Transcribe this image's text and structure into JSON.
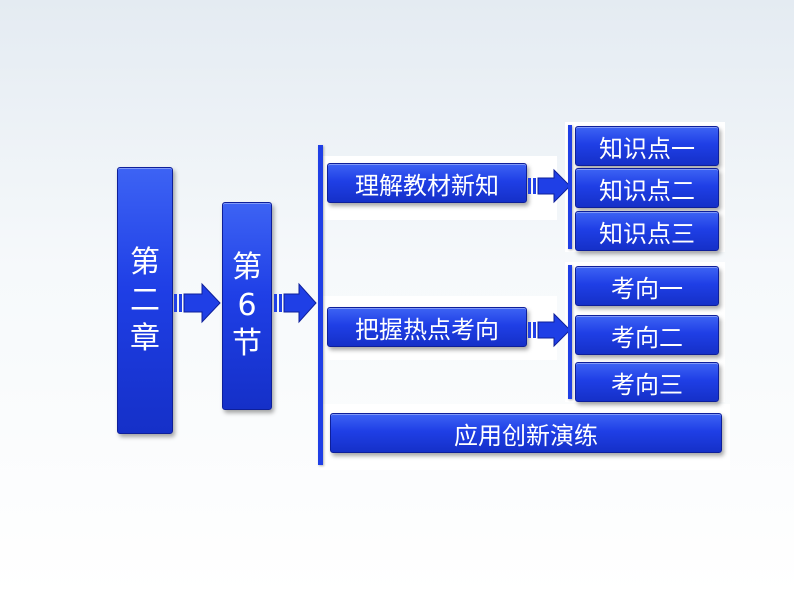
{
  "chapter": {
    "chars": [
      "第",
      "二",
      "章"
    ]
  },
  "section": {
    "chars": [
      "第",
      "6",
      "节"
    ]
  },
  "topics": [
    {
      "label": "理解教材新知"
    },
    {
      "label": "把握热点考向"
    },
    {
      "label": "应用创新演练"
    }
  ],
  "knowledge_points": [
    {
      "label": "知识点一"
    },
    {
      "label": "知识点二"
    },
    {
      "label": "知识点三"
    }
  ],
  "directions": [
    {
      "label": "考向一"
    },
    {
      "label": "考向二"
    },
    {
      "label": "考向三"
    }
  ],
  "colors": {
    "box_fill": "#1f3fe6",
    "box_border": "#0e1f9a",
    "text": "#ffffff"
  }
}
